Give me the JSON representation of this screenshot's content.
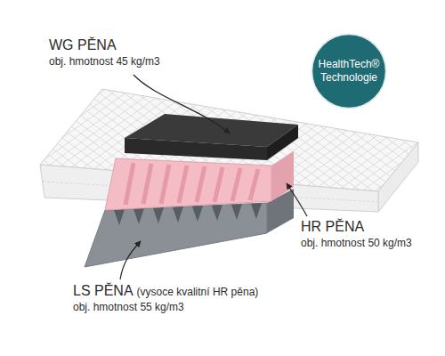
{
  "diagram": {
    "nodes": [
      {
        "text": [
          "HealthTech® Technologie"
        ]
      }
    ],
    "labels": [
      "WG PĚNA",
      "obj. hmotnost 45 kg/m3",
      "HR PĚNA",
      "obj. hmotnost 50 kg/m3",
      "LS PĚNA",
      "(vysoce kvalitní HR pěna)",
      "obj. hmotnost 55 kg/m3"
    ]
  }
}
